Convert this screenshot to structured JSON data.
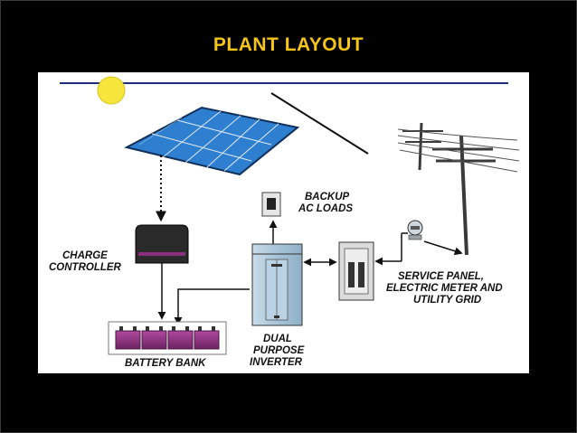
{
  "slide": {
    "title": "PLANT LAYOUT",
    "title_color": "#F5C518",
    "background": "#000000"
  },
  "diagram": {
    "labels": {
      "backup_line1": "BACKUP",
      "backup_line2": "AC LOADS",
      "charge_line1": "CHARGE",
      "charge_line2": "CONTROLLER",
      "service_line1": "SERVICE PANEL,",
      "service_line2": "ELECTRIC METER AND",
      "service_line3": "UTILITY GRID",
      "inverter_line1": "DUAL",
      "inverter_line2": "PURPOSE",
      "inverter_line3": "INVERTER",
      "battery": "BATTERY BANK"
    },
    "colors": {
      "sun": "#F6E53A",
      "solar_panel": "#2E7FD0",
      "controller": "#2A2A2A",
      "battery": "#8C2F7E",
      "inverter": "#A9C8DC",
      "rule": "#1E2E7A"
    }
  }
}
